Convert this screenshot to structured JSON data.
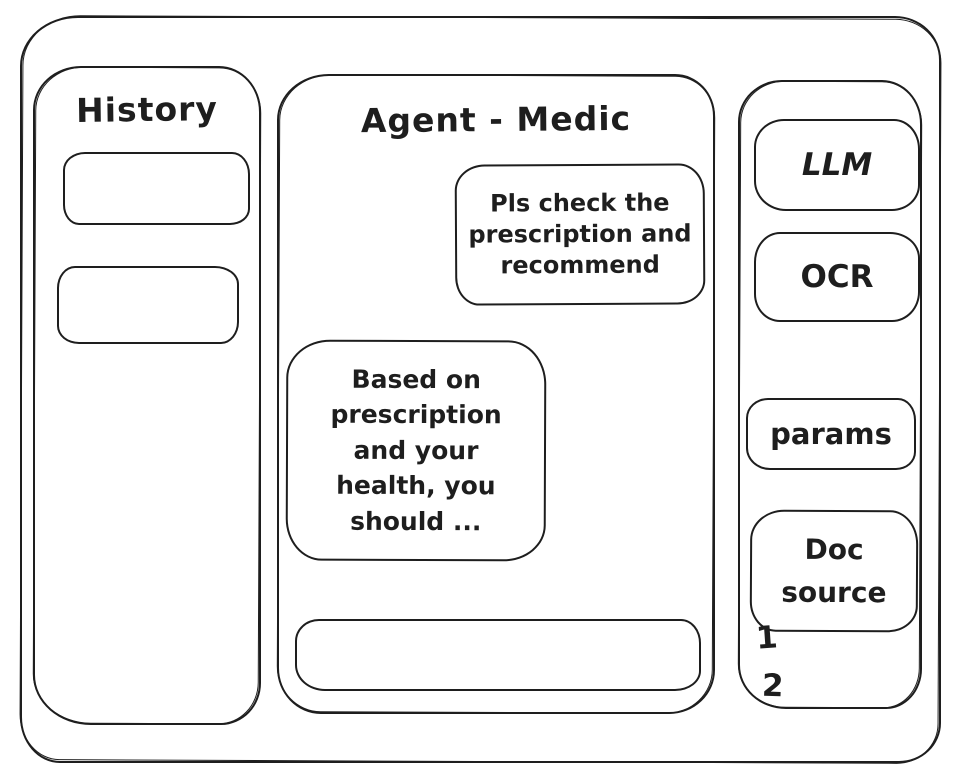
{
  "window": {
    "title": "Agent - Medic"
  },
  "sidebar": {
    "title": "History",
    "items": [
      {
        "label": ""
      },
      {
        "label": ""
      }
    ]
  },
  "chat": {
    "title": "Agent - Medic",
    "messages": [
      {
        "role": "user",
        "text": "Pls check the prescription and recommend"
      },
      {
        "role": "assistant",
        "text": "Based on prescription and your health, you should ..."
      }
    ],
    "input": {
      "value": "",
      "placeholder": ""
    }
  },
  "tools_panel": {
    "buttons": [
      {
        "label": "LLM"
      },
      {
        "label": "OCR"
      },
      {
        "label": "params"
      },
      {
        "label": "Doc source"
      }
    ],
    "doc_list": [
      "1",
      "2"
    ]
  },
  "colors": {
    "stroke": "#1e1e1e",
    "background": "#ffffff"
  }
}
